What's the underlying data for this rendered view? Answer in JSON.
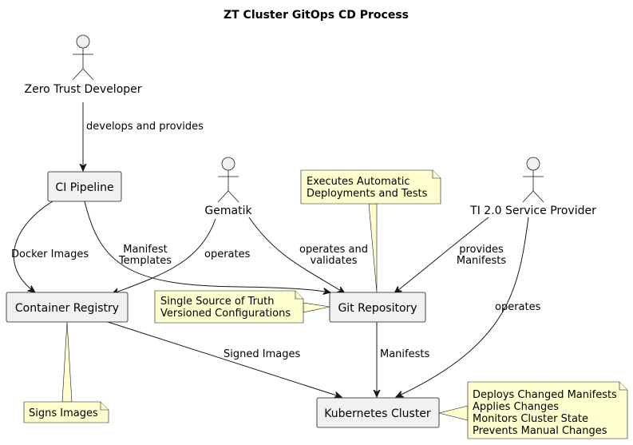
{
  "title": "ZT Cluster GitOps CD Process",
  "actors": {
    "developer": "Zero Trust Developer",
    "gematik": "Gematik",
    "provider": "TI 2.0 Service Provider"
  },
  "components": {
    "ci_pipeline": "CI Pipeline",
    "container_registry": "Container Registry",
    "git_repository": "Git Repository",
    "kubernetes_cluster": "Kubernetes Cluster"
  },
  "edges": {
    "develops": "develops and provides",
    "docker_images": "Docker Images",
    "manifest_templates": [
      "Manifest",
      "Templates"
    ],
    "gematik_operates": "operates",
    "operates_validates": [
      "operates and",
      "validates"
    ],
    "provides_manifests": [
      "provides",
      "Manifests"
    ],
    "provider_operates": "operates",
    "signed_images": "Signed Images",
    "manifests": "Manifests"
  },
  "notes": {
    "git_automation": [
      "Executes Automatic",
      "Deployments and Tests"
    ],
    "git_truth": [
      "Single Source of Truth",
      "Versioned Configurations"
    ],
    "registry": [
      "Signs Images"
    ],
    "cluster": [
      "Deploys Changed Manifests",
      "Applies Changes",
      "Monitors Cluster State",
      "Prevents Manual Changes"
    ]
  }
}
